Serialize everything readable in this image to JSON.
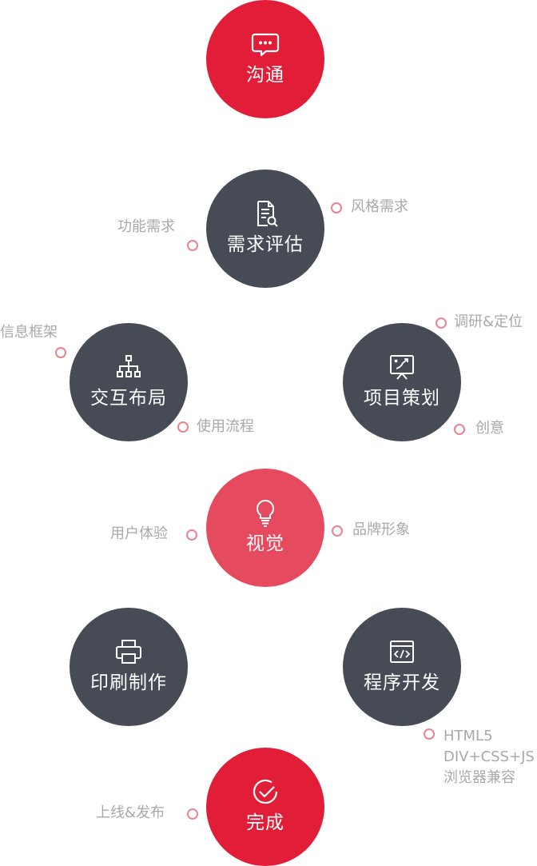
{
  "colors": {
    "red": "#e11d38",
    "pink": "#e54a5e",
    "dark": "#464b56",
    "dot": "#e98391",
    "tag": "#a8a8ad"
  },
  "nodes": {
    "communicate": {
      "label": "沟通",
      "icon": "chat-icon"
    },
    "requirements": {
      "label": "需求评估",
      "icon": "document-search-icon"
    },
    "interaction": {
      "label": "交互布局",
      "icon": "sitemap-icon"
    },
    "planning": {
      "label": "项目策划",
      "icon": "presentation-icon"
    },
    "visual": {
      "label": "视觉",
      "icon": "lightbulb-icon"
    },
    "print": {
      "label": "印刷制作",
      "icon": "printer-icon"
    },
    "develop": {
      "label": "程序开发",
      "icon": "code-window-icon"
    },
    "complete": {
      "label": "完成",
      "icon": "check-circle-icon"
    }
  },
  "tags": {
    "function_req": "功能需求",
    "style_req": "风格需求",
    "info_arch": "信息框架",
    "usage_flow": "使用流程",
    "research": "调研&定位",
    "creative": "创意",
    "ux": "用户体验",
    "brand": "品牌形象",
    "dev_lines": [
      "HTML5",
      "DIV+CSS+JS",
      "浏览器兼容"
    ],
    "launch": "上线&发布"
  }
}
